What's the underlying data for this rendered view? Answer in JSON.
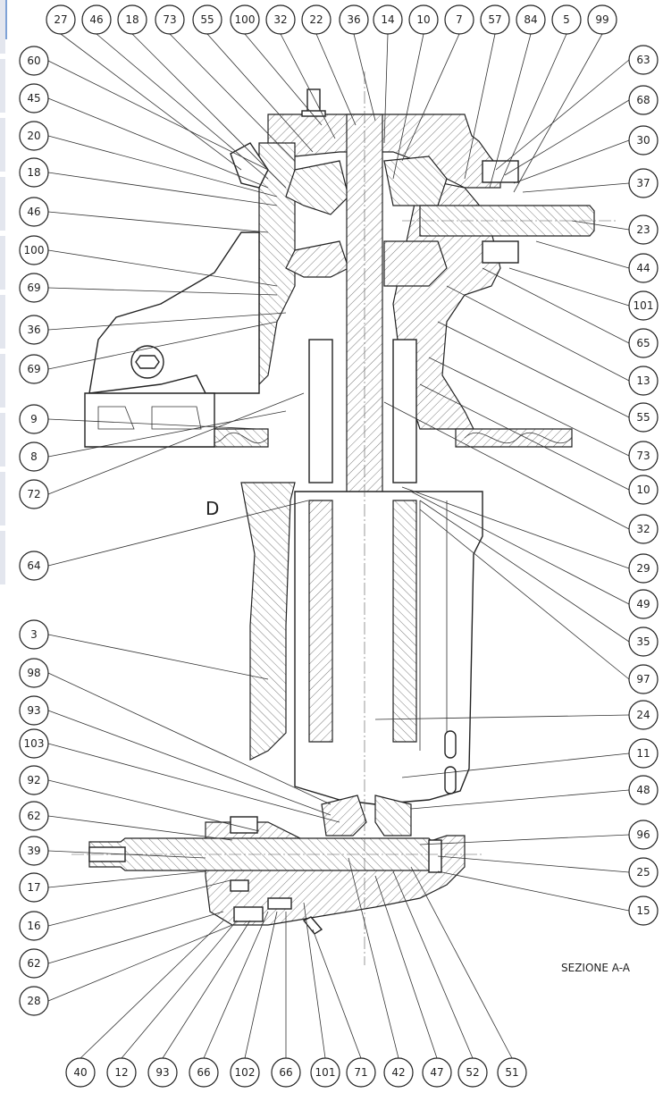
{
  "section_label": "SEZIONE A-A",
  "view_letter": "D",
  "callouts_top": [
    "27",
    "46",
    "18",
    "73",
    "55",
    "100",
    "32",
    "22",
    "36",
    "14",
    "10",
    "7",
    "57",
    "84",
    "5",
    "99"
  ],
  "callouts_right": [
    "63",
    "68",
    "30",
    "37",
    "23",
    "44",
    "101",
    "65",
    "13",
    "55",
    "73",
    "10",
    "32",
    "29",
    "49",
    "35",
    "97",
    "24",
    "11",
    "48",
    "96",
    "25",
    "15"
  ],
  "callouts_left": [
    "60",
    "45",
    "20",
    "18",
    "46",
    "100",
    "69",
    "36",
    "69",
    "9",
    "8",
    "72",
    "64",
    "3",
    "98",
    "93",
    "103",
    "92",
    "62",
    "39",
    "17",
    "16",
    "62",
    "28"
  ],
  "callouts_bottom": [
    "40",
    "12",
    "93",
    "66",
    "102",
    "66",
    "101",
    "71",
    "42",
    "47",
    "52",
    "51"
  ]
}
